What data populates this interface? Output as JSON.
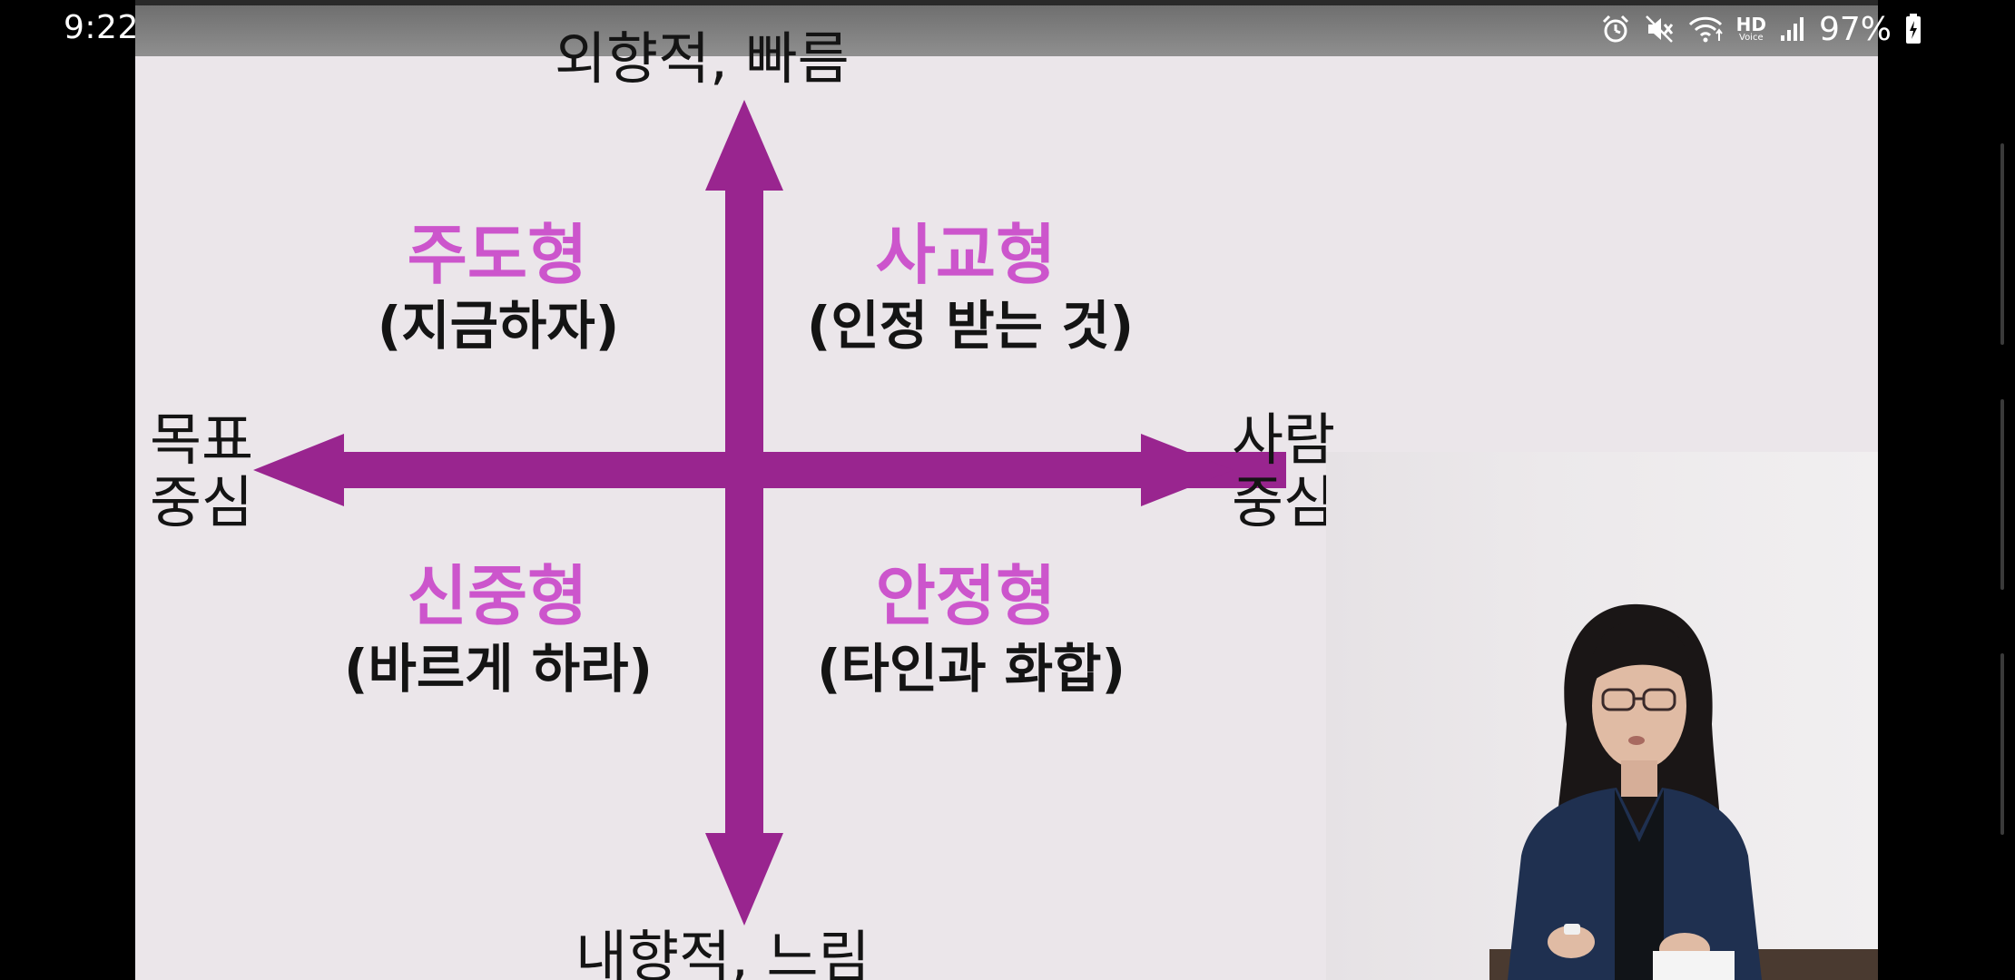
{
  "status_bar": {
    "time": "9:22",
    "battery_percent": "97%",
    "hd_label": "HD",
    "voice_label": "Voice",
    "icons": [
      "alarm-icon",
      "mute-icon",
      "wifi-icon",
      "hd-voice-icon",
      "signal-icon",
      "battery-charging-icon"
    ]
  },
  "slide": {
    "top_label": "외향적, 빠름",
    "bottom_label": "내향적, 느림",
    "left_label": [
      "목표",
      "중심"
    ],
    "right_label": [
      "사람",
      "중심"
    ],
    "quadrants": [
      {
        "title": "주도형",
        "subtitle": "(지금하자)"
      },
      {
        "title": "사교형",
        "subtitle": "(인정 받는 것)"
      },
      {
        "title": "신중형",
        "subtitle": "(바르게 하라)"
      },
      {
        "title": "안정형",
        "subtitle": "(타인과 화합)"
      }
    ],
    "colors": {
      "axis": "#99258f",
      "quadrant_title": "#cc55cc",
      "background": "#ebe6ea"
    }
  }
}
